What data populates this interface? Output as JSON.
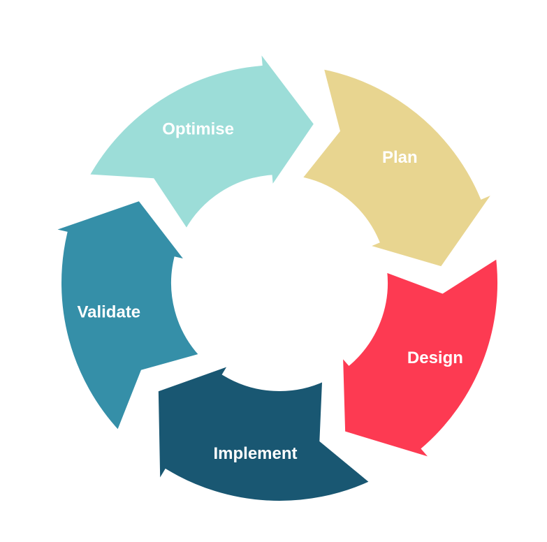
{
  "diagram": {
    "type": "cycle",
    "stages": [
      {
        "key": "optimise",
        "label": "Optimise",
        "color": "#9CDDD8"
      },
      {
        "key": "plan",
        "label": "Plan",
        "color": "#E8D590"
      },
      {
        "key": "design",
        "label": "Design",
        "color": "#FD3A52"
      },
      {
        "key": "implement",
        "label": "Implement",
        "color": "#195772"
      },
      {
        "key": "validate",
        "label": "Validate",
        "color": "#358FA8"
      }
    ]
  }
}
